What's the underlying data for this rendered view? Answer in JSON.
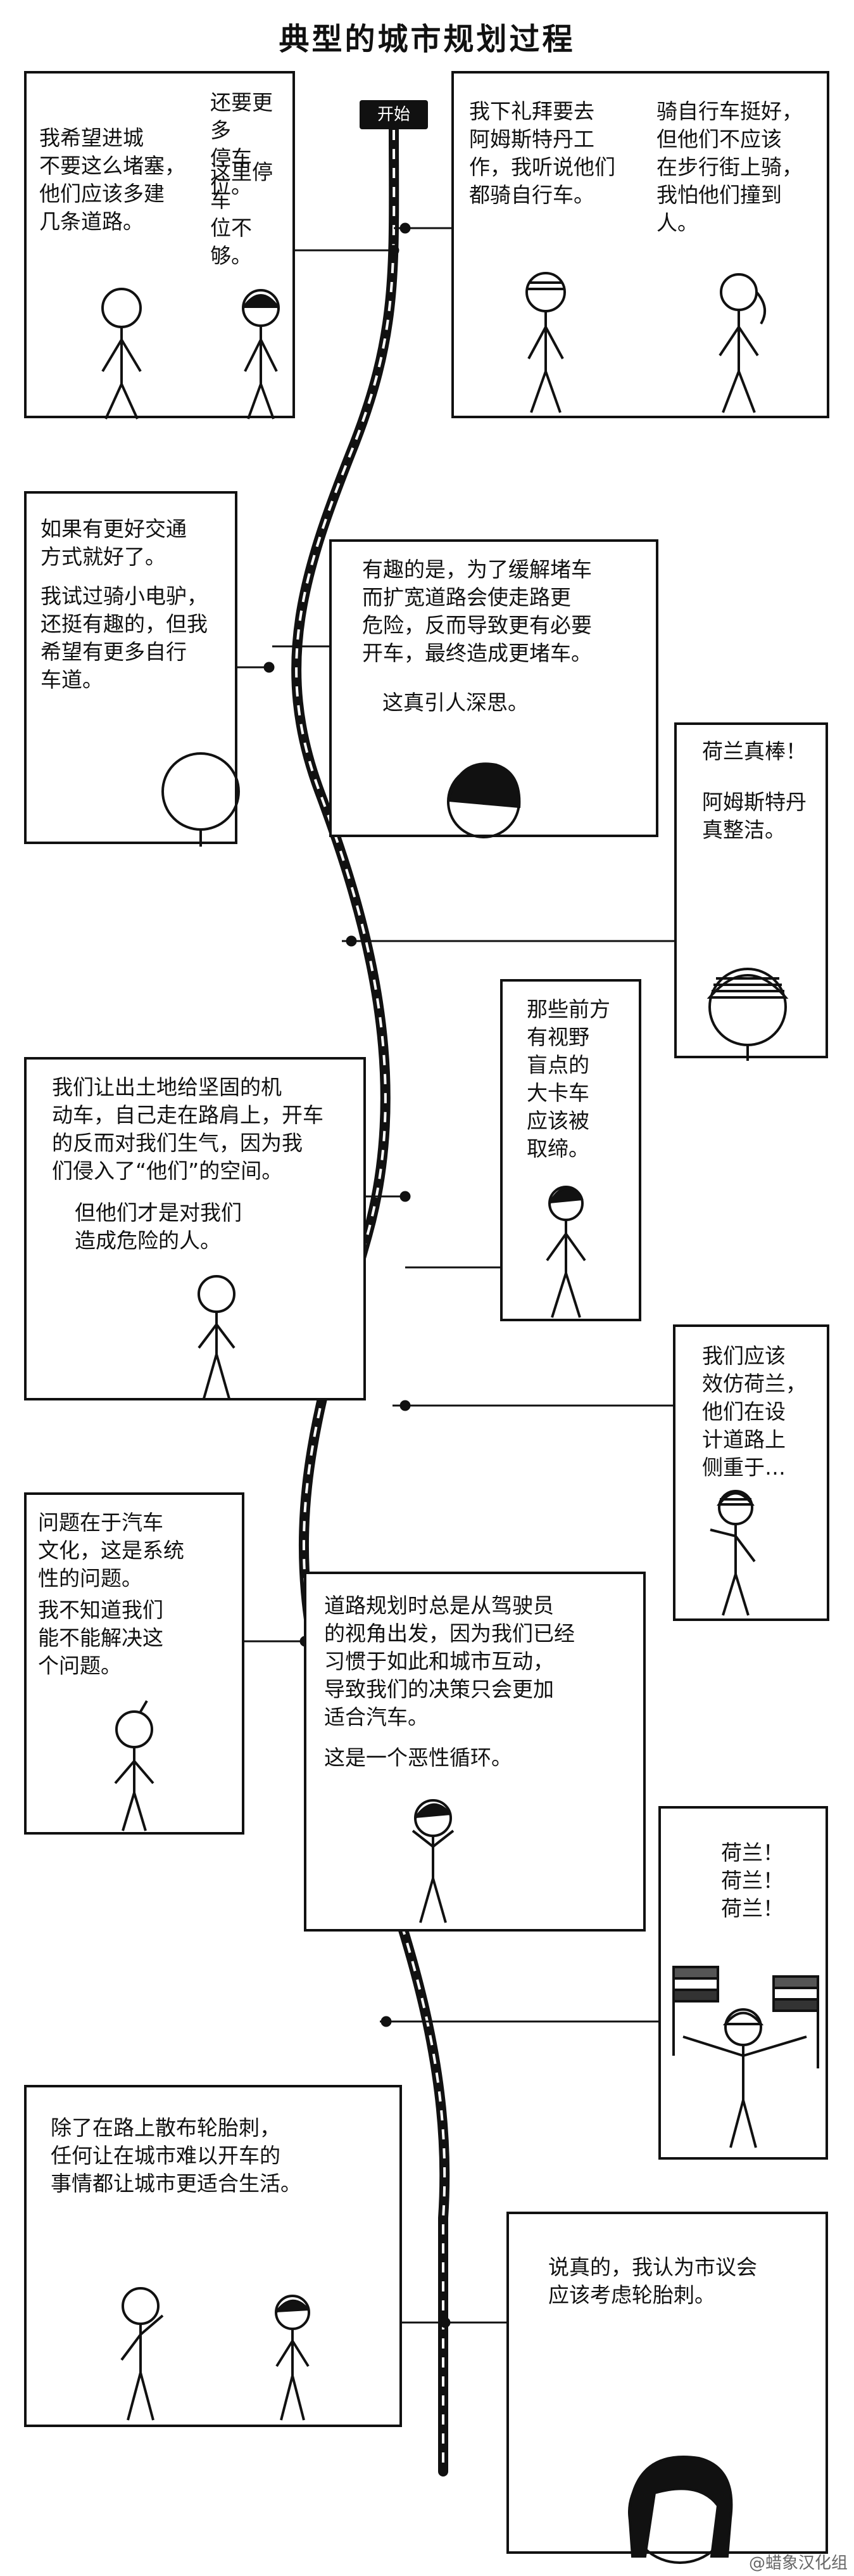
{
  "title": "典型的城市规划过程",
  "start_label": "开始",
  "credit": "@蜡象汉化组",
  "panels": [
    {
      "id": "p1",
      "lines": [
        "我希望进城\n不要这么堵塞，\n他们应该多建\n几条道路。",
        "还要更多\n停车位。",
        "这里停车\n位不够。"
      ]
    },
    {
      "id": "p2",
      "lines": [
        "我下礼拜要去\n阿姆斯特丹工\n作，我听说他们\n都骑自行车。",
        "骑自行车挺好，\n但他们不应该\n在步行街上骑，\n我怕他们撞到\n人。"
      ]
    },
    {
      "id": "p3",
      "lines": [
        "如果有更好交通\n方式就好了。",
        "我试过骑小电驴，\n还挺有趣的，但我\n希望有更多自行\n车道。"
      ]
    },
    {
      "id": "p4",
      "lines": [
        "有趣的是，为了缓解堵车\n而扩宽道路会使走路更\n危险，反而导致更有必要\n开车，最终造成更堵车。",
        "这真引人深思。"
      ]
    },
    {
      "id": "p5",
      "lines": [
        "荷兰真棒！",
        "阿姆斯特丹\n真整洁。"
      ]
    },
    {
      "id": "p6",
      "lines": [
        "那些前方\n有视野\n盲点的\n大卡车\n应该被\n取缔。"
      ]
    },
    {
      "id": "p7",
      "lines": [
        "我们让出土地给坚固的机\n动车，自己走在路肩上，开车\n的反而对我们生气，因为我\n们侵入了“他们”的空间。",
        "但他们才是对我们\n造成危险的人。"
      ]
    },
    {
      "id": "p8",
      "lines": [
        "我们应该\n效仿荷兰，\n他们在设\n计道路上\n侧重于…"
      ]
    },
    {
      "id": "p9",
      "lines": [
        "问题在于汽车\n文化，这是系统\n性的问题。",
        "我不知道我们\n能不能解决这\n个问题。"
      ]
    },
    {
      "id": "p10",
      "lines": [
        "道路规划时总是从驾驶员\n的视角出发，因为我们已经\n习惯于如此和城市互动，\n导致我们的决策只会更加\n适合汽车。",
        "这是一个恶性循环。"
      ]
    },
    {
      "id": "p11",
      "lines": [
        "荷兰！\n荷兰！\n荷兰！"
      ]
    },
    {
      "id": "p12",
      "lines": [
        "除了在路上散布轮胎刺，\n任何让在城市难以开车的\n事情都让城市更适合生活。"
      ]
    },
    {
      "id": "p13",
      "lines": [
        "说真的，我认为市议会\n应该考虑轮胎刺。"
      ]
    }
  ]
}
